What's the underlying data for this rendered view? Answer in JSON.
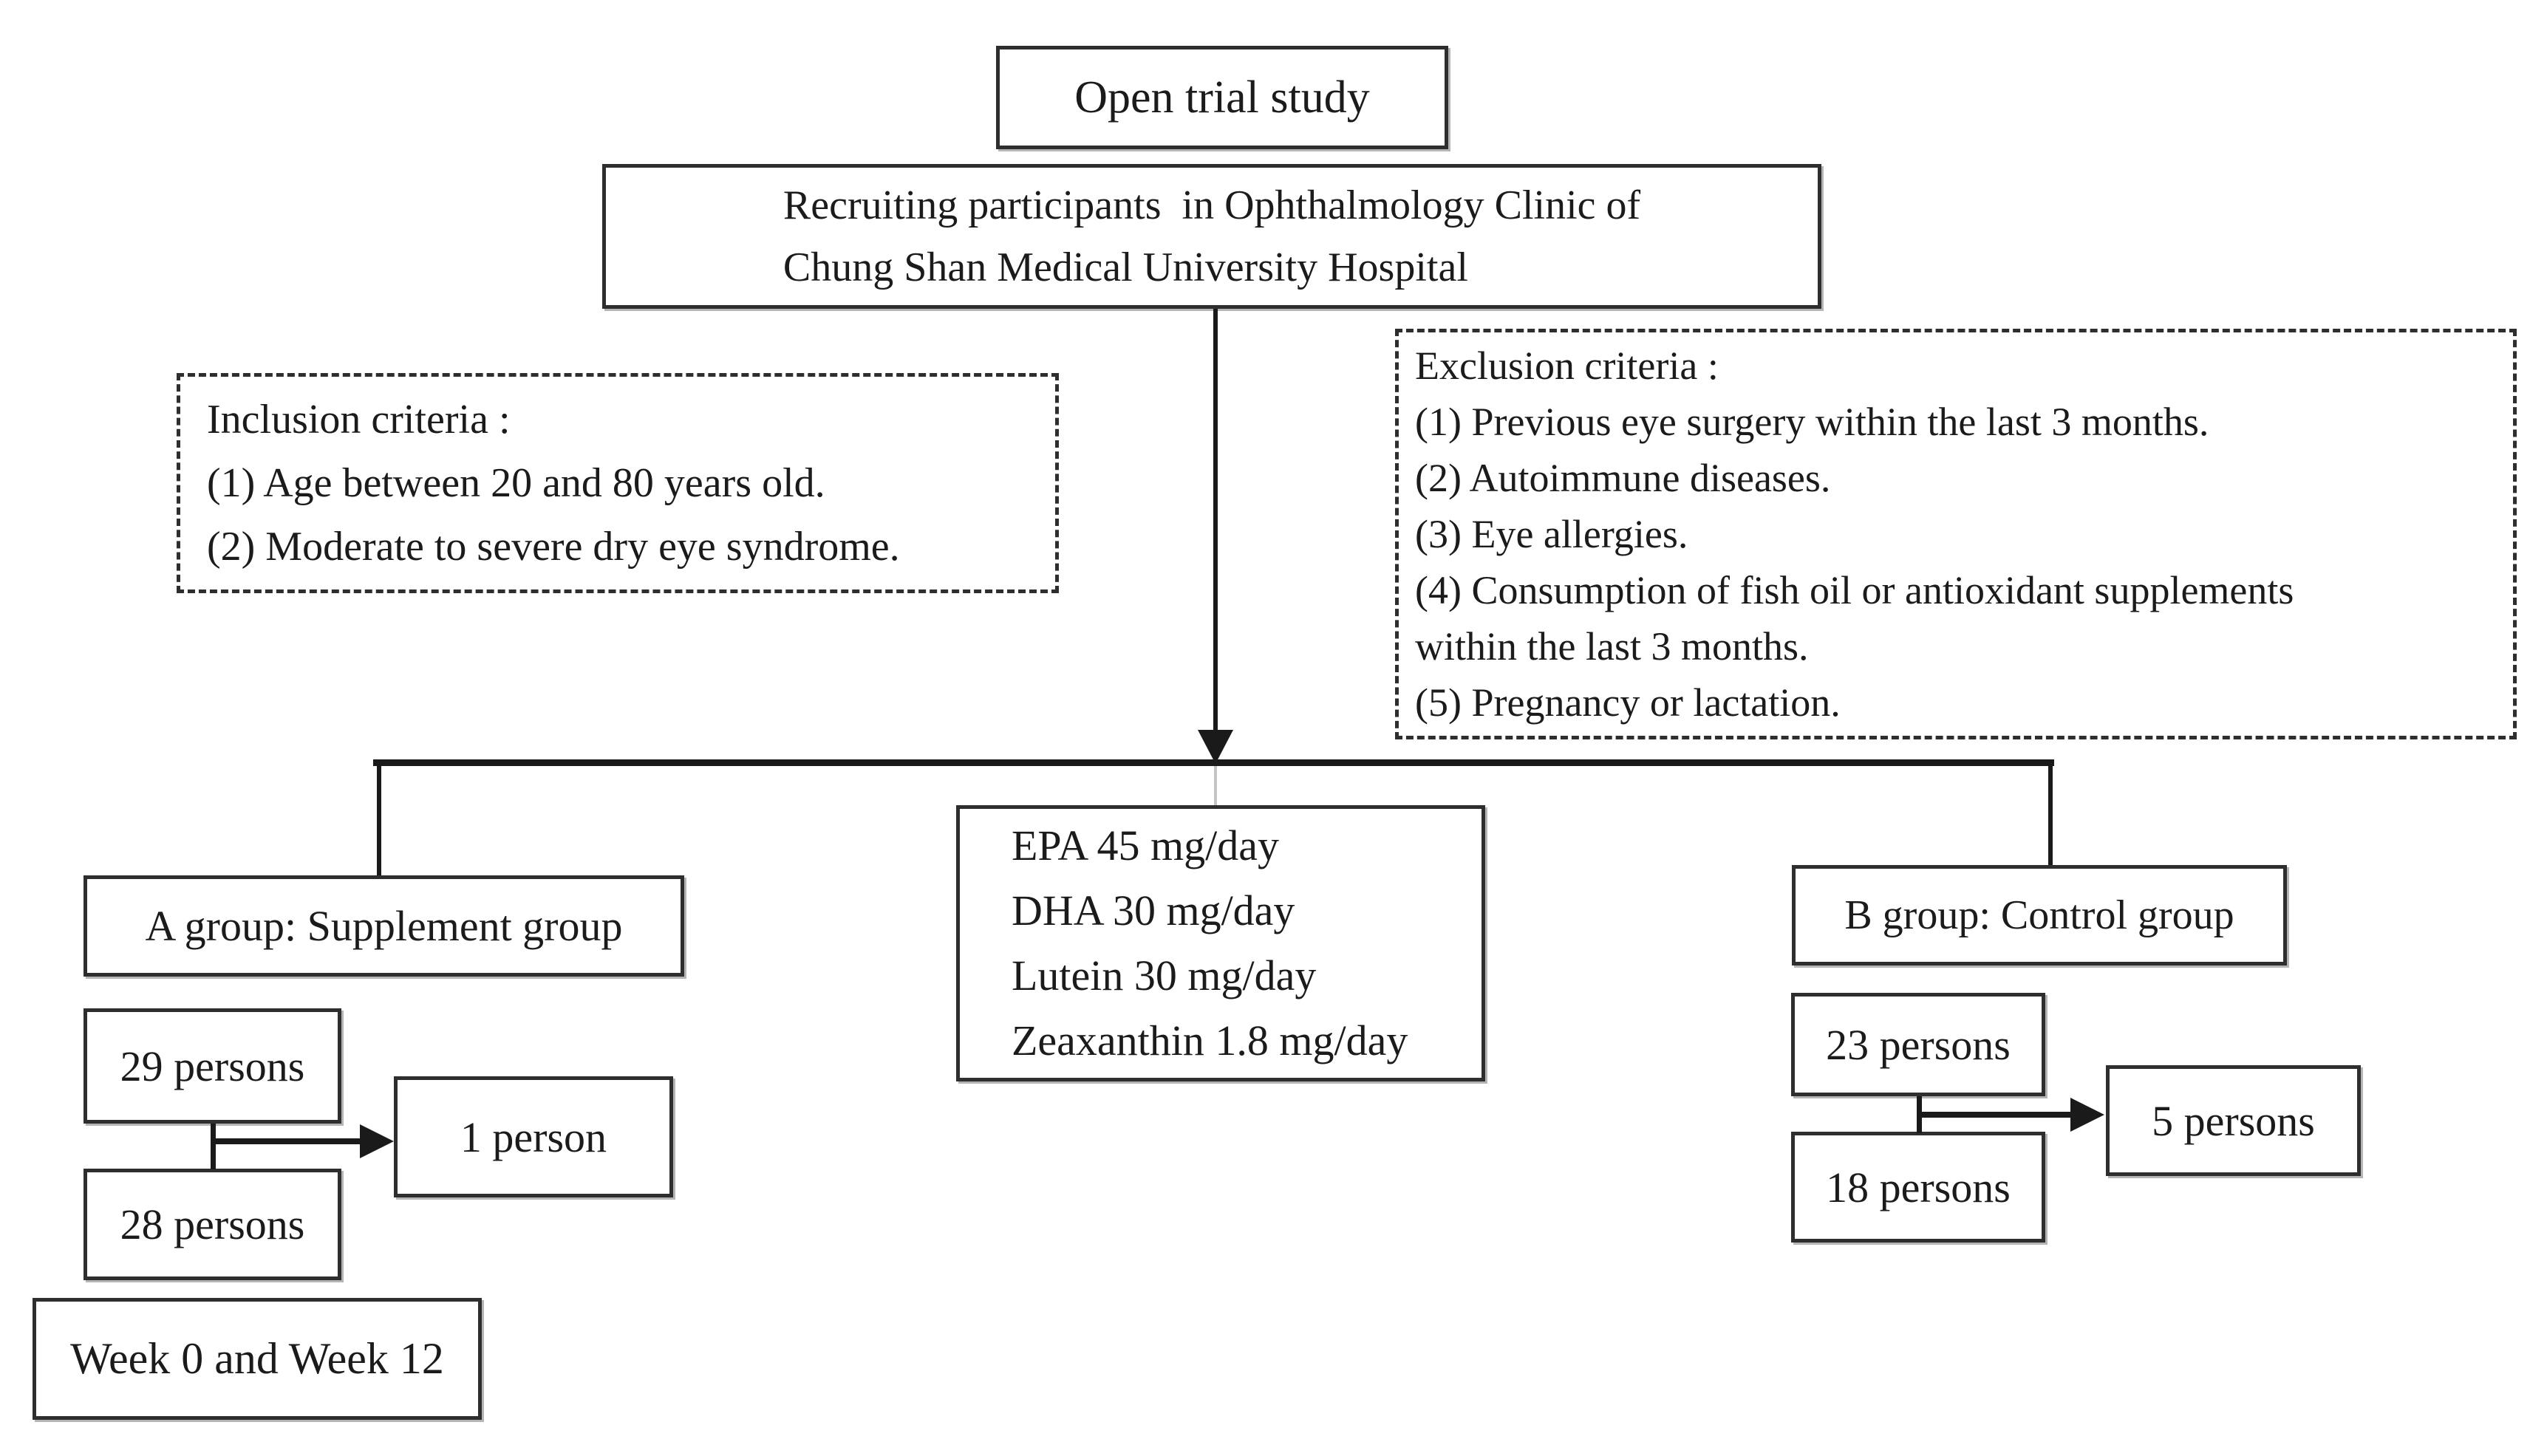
{
  "figure": {
    "title": "Open trial study",
    "recruiting": {
      "lines": [
        "Recruiting participants  in Ophthalmology Clinic of",
        "Chung Shan Medical University Hospital"
      ]
    },
    "inclusion": {
      "lines": [
        "Inclusion criteria :",
        "(1) Age between 20 and 80 years old.",
        "(2) Moderate to severe dry eye syndrome."
      ]
    },
    "exclusion": {
      "lines": [
        "Exclusion criteria :",
        "(1) Previous eye surgery within the last 3 months.",
        "(2) Autoimmune diseases.",
        "(3) Eye allergies.",
        "(4) Consumption of fish oil or antioxidant supplements",
        "within the last 3 months.",
        "(5) Pregnancy or lactation."
      ]
    },
    "intervention": {
      "lines": [
        "EPA 45 mg/day",
        "DHA 30 mg/day",
        "Lutein 30 mg/day",
        "Zeaxanthin 1.8 mg/day"
      ]
    },
    "group_a": {
      "label": "A group: Supplement group",
      "enrolled": "29 persons",
      "dropout": "1 person",
      "completed": "28 persons"
    },
    "group_b": {
      "label": "B group: Control group",
      "enrolled": "23 persons",
      "dropout": "5 persons",
      "completed": "18 persons"
    },
    "assessment": "Week 0 and Week 12",
    "colors": {
      "ink": "#1a1a1a",
      "border": "#2e2e2e",
      "background": "#ffffff",
      "faint_connector": "#c4c4c4"
    }
  }
}
